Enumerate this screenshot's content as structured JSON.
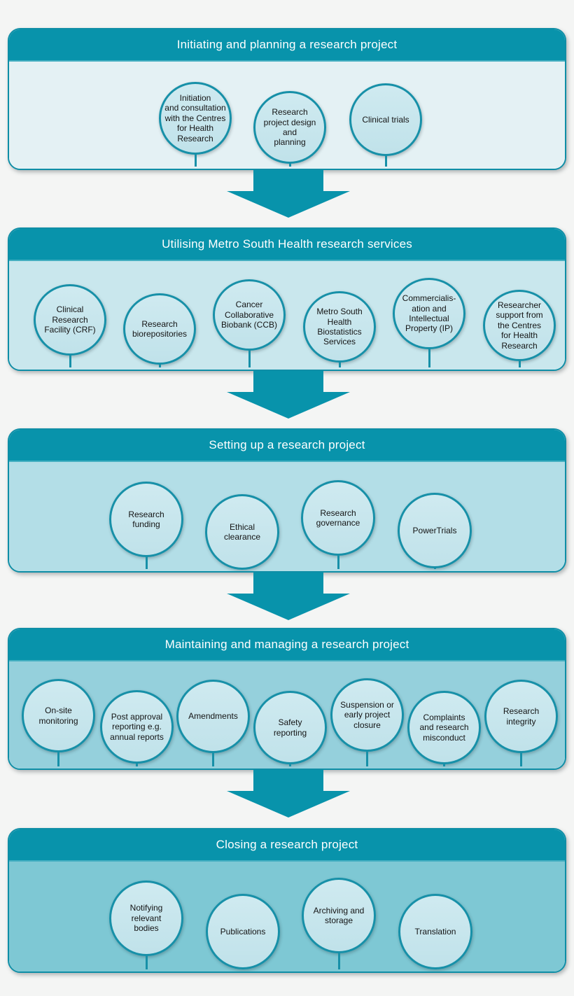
{
  "colors": {
    "background": "#f4f5f4",
    "header_teal": "#0893ab",
    "arrow_teal": "#0893ab",
    "panel_border": "#0e8ea6",
    "circle_border": "#1790a8",
    "circle_fill": "#c6e5ec",
    "title_text": "#ffffff",
    "node_text": "#141414",
    "stage_bodies": [
      "#e4f1f4",
      "#c9e7ed",
      "#b3dee7",
      "#95d0dc",
      "#7ec8d4"
    ]
  },
  "diagram": {
    "stages": [
      {
        "title": "Initiating and planning a research project",
        "items": [
          "Initiation\nand consultation\nwith the Centres\nfor Health\nResearch",
          "Research\nproject design\nand\nplanning",
          "Clinical trials"
        ]
      },
      {
        "title": "Utilising Metro South Health research services",
        "items": [
          "Clinical\nResearch\nFacility (CRF)",
          "Research\nbiorepositories",
          "Cancer\nCollaborative\nBiobank (CCB)",
          "Metro South\nHealth\nBiostatistics\nServices",
          "Commercialis-\nation and\nIntellectual\nProperty (IP)",
          "Researcher\nsupport from\nthe Centres\nfor Health\nResearch"
        ]
      },
      {
        "title": "Setting up a research project",
        "items": [
          "Research\nfunding",
          "Ethical\nclearance",
          "Research\ngovernance",
          "PowerTrials"
        ]
      },
      {
        "title": "Maintaining and managing a research project",
        "items": [
          "On-site\nmonitoring",
          "Post approval\nreporting e.g.\nannual reports",
          "Amendments",
          "Safety\nreporting",
          "Suspension or\nearly project\nclosure",
          "Complaints\nand research\nmisconduct",
          "Research\nintegrity"
        ]
      },
      {
        "title": "Closing a research project",
        "items": [
          "Notifying\nrelevant\nbodies",
          "Publications",
          "Archiving and\nstorage",
          "Translation"
        ]
      }
    ]
  }
}
